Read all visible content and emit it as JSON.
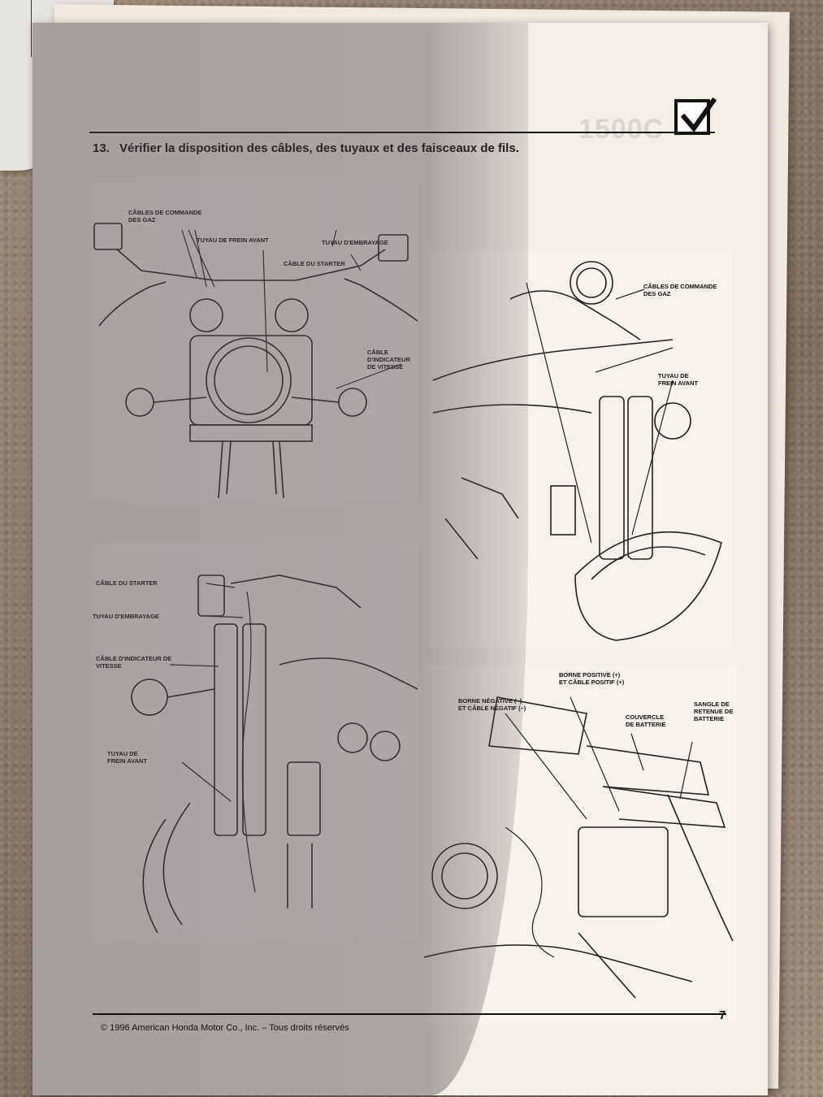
{
  "page": {
    "ghost_header": "1500C",
    "step_number": "13.",
    "heading": "Vérifier la disposition des câbles, des tuyaux et des faisceaux de fils.",
    "page_number": "7",
    "copyright": "© 1996 American Honda Motor Co., Inc. – Tous droits réservés"
  },
  "diagrams": {
    "top_left": {
      "labels": {
        "throttle": "CÂBLES DE COMMANDE\nDES GAZ",
        "front_brake": "TUYAU DE FREIN AVANT",
        "clutch": "TUYAU D'EMBRAYAGE",
        "starter": "CÂBLE DU STARTER",
        "speedo": "CÂBLE\nD'INDICATEUR\nDE VITESSE"
      }
    },
    "top_right": {
      "labels": {
        "throttle": "CÂBLES DE COMMANDE\nDES GAZ",
        "front_brake": "TUYAU DE\nFREIN AVANT"
      }
    },
    "bottom_left": {
      "labels": {
        "starter": "CÂBLE DU STARTER",
        "clutch": "TUYAU D'EMBRAYAGE",
        "speedo": "CÂBLE D'INDICATEUR DE\nVITESSE",
        "front_brake": "TUYAU DE\nFREIN AVANT"
      }
    },
    "bottom_right": {
      "labels": {
        "positive": "BORNE POSITIVE (+)\nET CÂBLE POSITIF (+)",
        "negative": "BORNE NÉGATIVE (–)\nET CÂBLE NÉGATIF (–)",
        "cover": "COUVERCLE\nDE BATTERIE",
        "strap": "SANGLE DE\nRETENUE DE\nBATTERIE"
      }
    }
  }
}
